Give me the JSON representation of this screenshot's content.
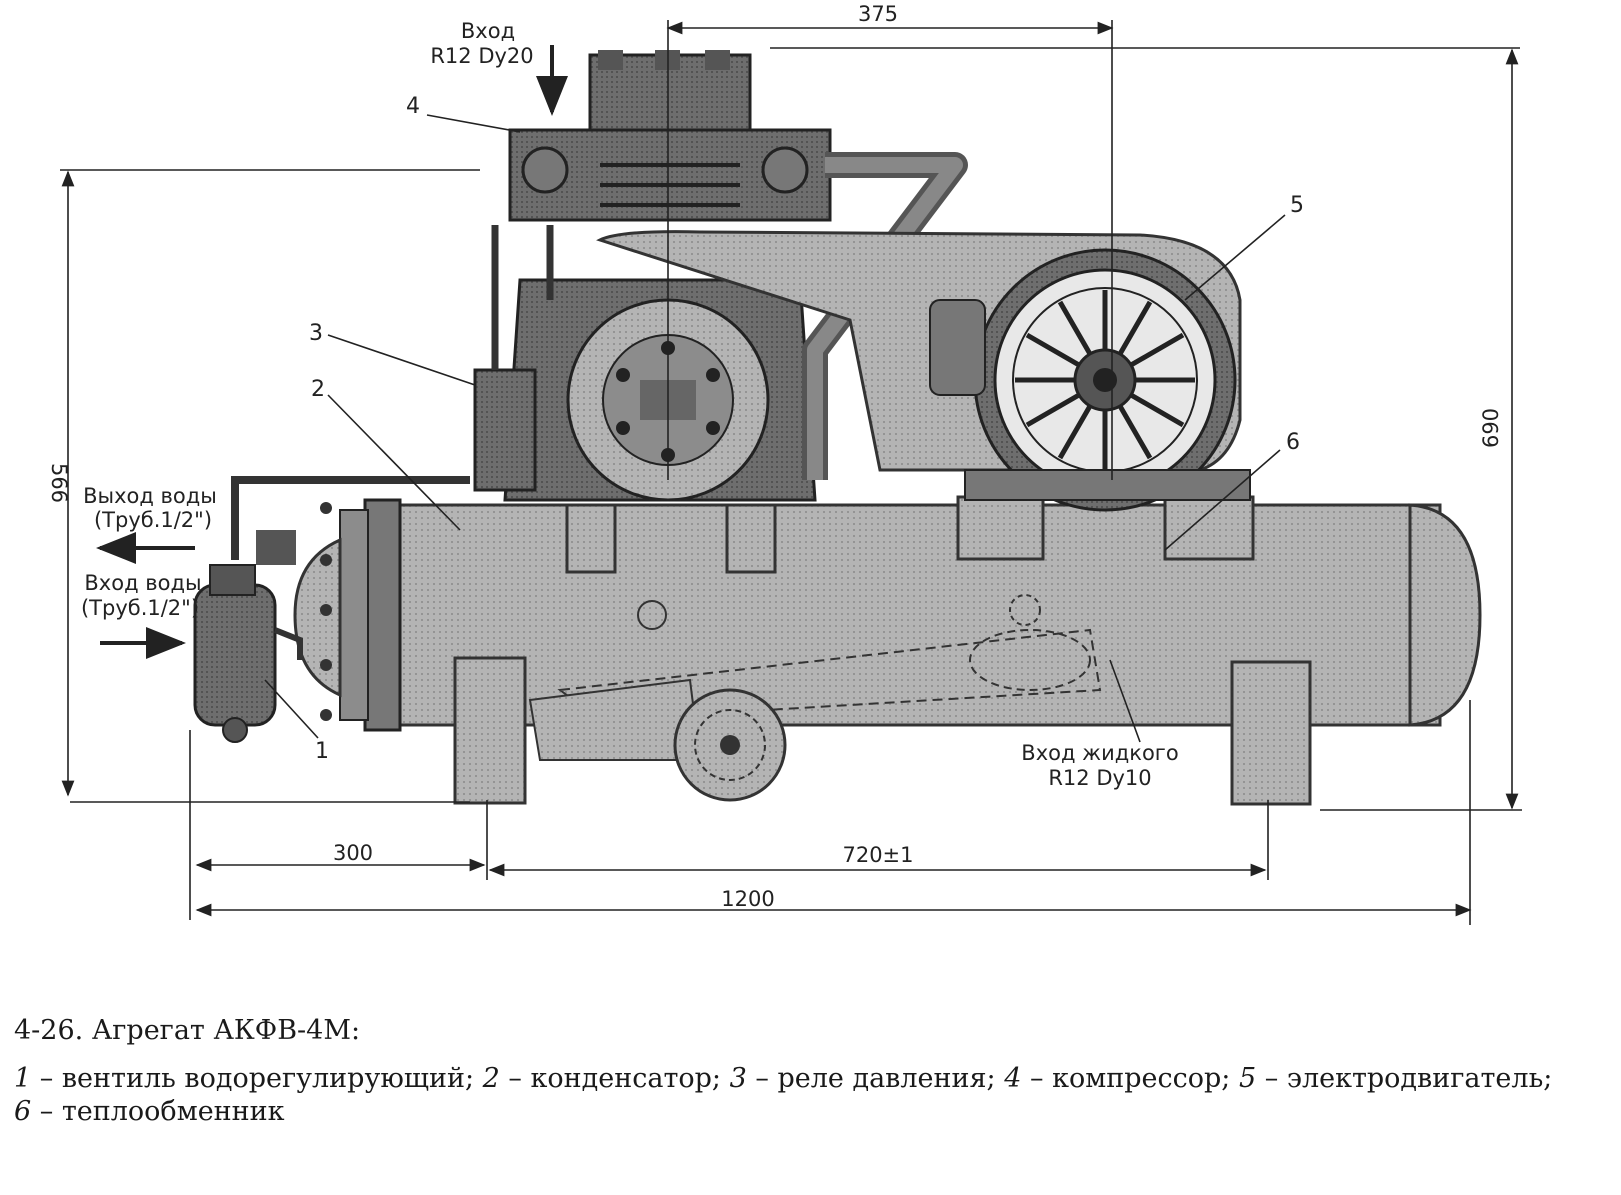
{
  "labels": {
    "inlet_top_1": "Вход",
    "inlet_top_2": "R12 Dy20",
    "water_out_1": "Выход воды",
    "water_out_2": "(Труб.1/2\")",
    "water_in_1": "Вход воды",
    "water_in_2": "(Труб.1/2\")",
    "liquid_in_1": "Вход жидкого",
    "liquid_in_2": "R12 Dy10"
  },
  "callouts": [
    "1",
    "2",
    "3",
    "4",
    "5",
    "6"
  ],
  "dimensions": {
    "top_width": "375",
    "height_left": "566",
    "height_right": "690",
    "bottom_left": "300",
    "bottom_mid": "720±1",
    "overall": "1200"
  },
  "caption": {
    "title": "4-26. Агрегат АКФВ-4М:",
    "legend": [
      {
        "num": "1",
        "text": "вентиль водорегулирующий;"
      },
      {
        "num": "2",
        "text": "конденсатор;"
      },
      {
        "num": "3",
        "text": "реле давления;"
      },
      {
        "num": "4",
        "text": "компрессор;"
      },
      {
        "num": "5",
        "text": "электродвигатель;"
      },
      {
        "num": "6",
        "text": "теплообменник"
      }
    ]
  }
}
